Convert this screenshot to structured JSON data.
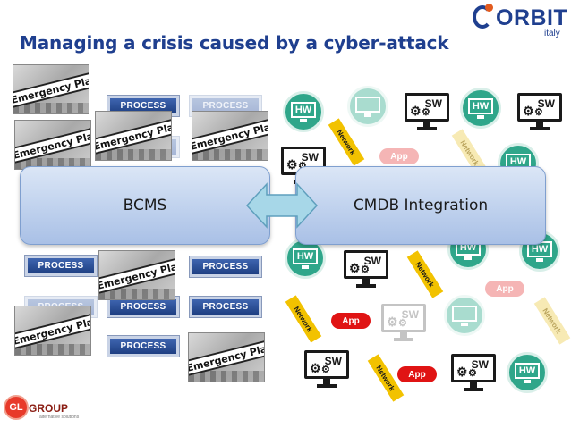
{
  "slide": {
    "title": "Managing a crisis caused by a cyber-attack"
  },
  "logos": {
    "orbit_word": "ORBIT",
    "orbit_sub": "italy",
    "gl_circle": "GL",
    "gl_word": "GROUP",
    "gl_sub": "alternative solutions"
  },
  "bars": {
    "left_label": "BCMS",
    "right_label": "CMDB Integration"
  },
  "labels": {
    "process": "PROCESS",
    "emergency_plan": "Emergency Plan",
    "hw": "HW",
    "sw": "SW",
    "app": "App",
    "network": "Network"
  },
  "colors": {
    "title": "#1f3f8f",
    "process_blue": "#2e4f98",
    "hw_teal": "#2fa68a",
    "app_red": "#e01414",
    "network_yellow": "#f2c200",
    "bar_fill": "#c4d5ef",
    "arrow_fill": "#a7d7e8"
  }
}
